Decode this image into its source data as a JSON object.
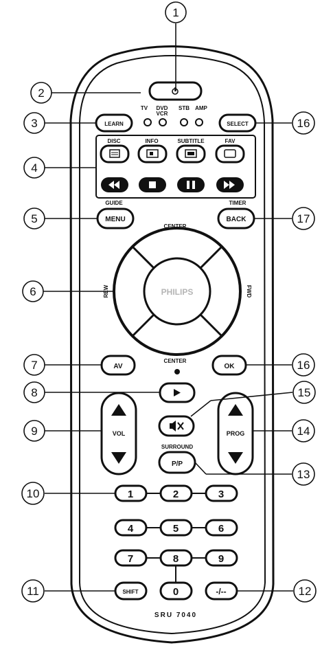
{
  "model": "SRU 7040",
  "brand": "PHILIPS",
  "callout_numbers": {
    "n1": "1",
    "n2": "2",
    "n3": "3",
    "n4": "4",
    "n5": "5",
    "n6": "6",
    "n7": "7",
    "n8": "8",
    "n9": "9",
    "n10": "10",
    "n11": "11",
    "n12": "12",
    "n13": "13",
    "n14": "14",
    "n15": "15",
    "n16a": "16",
    "n16b": "16",
    "n17": "17"
  },
  "modes": {
    "tv": "TV",
    "dvd": "DVD",
    "vcr": "VCR",
    "stb": "STB",
    "amp": "AMP"
  },
  "buttons": {
    "learn": "LEARN",
    "select": "SELECT",
    "menu": "MENU",
    "back": "BACK",
    "av": "AV",
    "ok": "OK",
    "vol": "VOL",
    "prog": "PROG",
    "pip": "P/P",
    "shift": "SHIFT",
    "dash": "-/--",
    "digits": [
      "1",
      "2",
      "3",
      "4",
      "5",
      "6",
      "7",
      "8",
      "9",
      "0"
    ]
  },
  "labels": {
    "disc": "DISC",
    "info": "INFO",
    "subtitle": "SUBTITLE",
    "fav": "FAV",
    "guide": "GUIDE",
    "timer": "TIMER",
    "center_top": "CENTER",
    "center_bottom": "CENTER",
    "left_side": "REW",
    "right_side": "FWD",
    "surround": "SURROUND"
  }
}
